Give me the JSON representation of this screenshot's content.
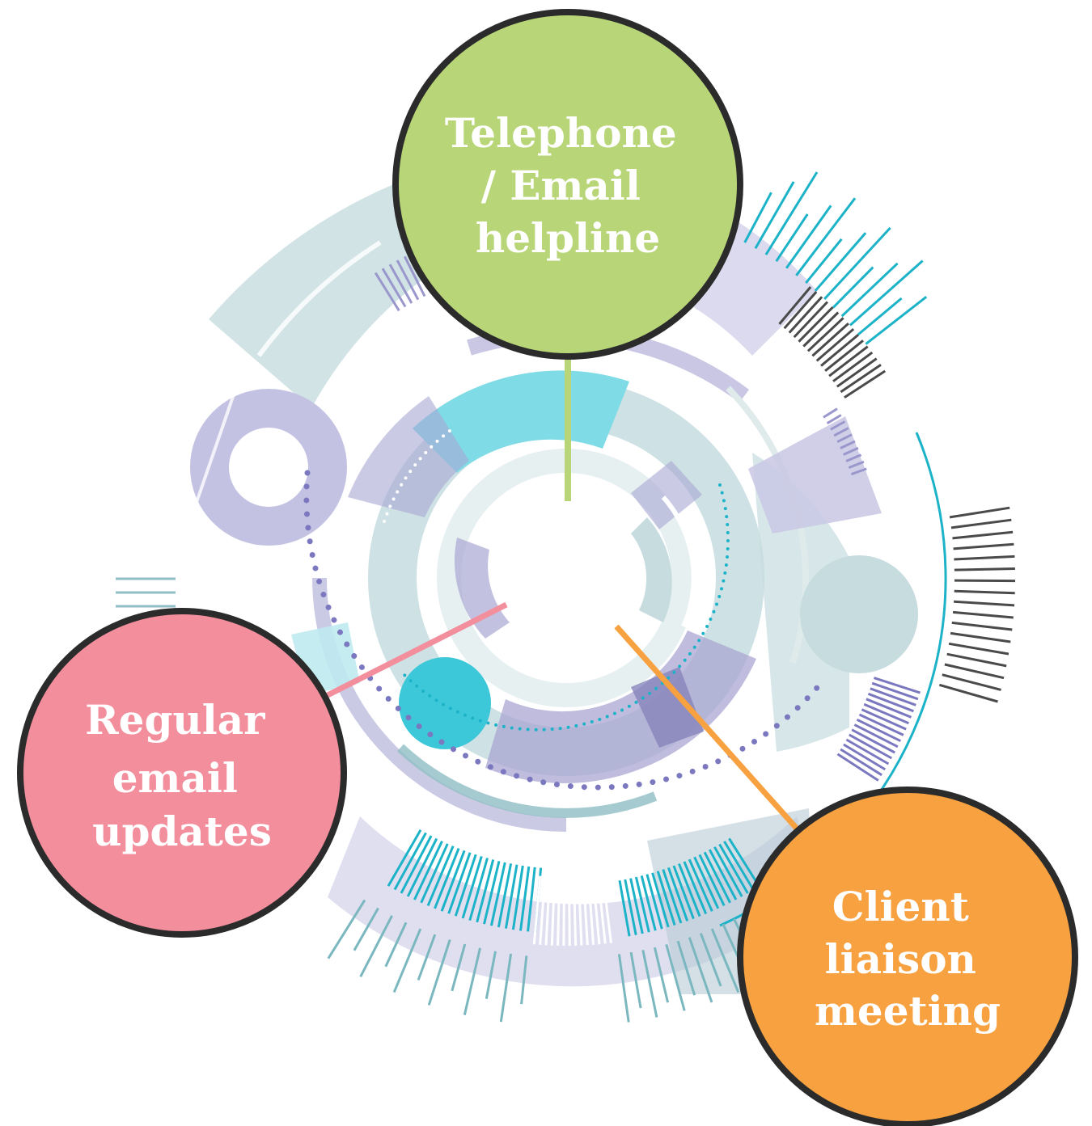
{
  "diagram": {
    "nodes": [
      {
        "id": "telephone",
        "lines": [
          "Telephone",
          "/ Email",
          "helpline"
        ],
        "color": "#b8d677"
      },
      {
        "id": "regular",
        "lines": [
          "Regular",
          "email",
          "updates"
        ],
        "color": "#f38e9d"
      },
      {
        "id": "client",
        "lines": [
          "Client",
          "liaison",
          "meeting"
        ],
        "color": "#f7a140"
      }
    ],
    "colors": {
      "outline": "#2b2b2b",
      "teal": "#1cb3c8",
      "lavender": "#a9a6d3",
      "pale_teal": "#c6dcdf",
      "dark_gray": "#4a4a4a",
      "cyan_fill": "#7fdbe5",
      "turquoise": "#3dc8da"
    }
  }
}
